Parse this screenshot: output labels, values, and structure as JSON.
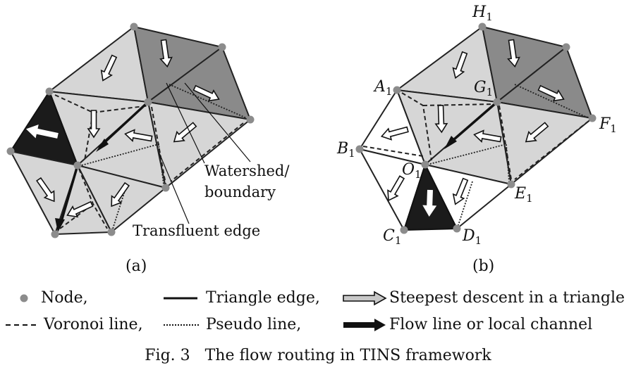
{
  "panel_a": {
    "label": "(a)",
    "callouts": {
      "watershed_line1": "Watershed/",
      "watershed_line2": "boundary",
      "transfluent": "Transfluent edge"
    }
  },
  "panel_b": {
    "label": "(b)",
    "nodes": {
      "H": "H",
      "A": "A",
      "G": "G",
      "B": "B",
      "O": "O",
      "F": "F",
      "E": "E",
      "C": "C",
      "D": "D",
      "subscript": "1"
    }
  },
  "legend": {
    "node": "Node,",
    "triangle_edge": "Triangle edge,",
    "steepest_descent": "Steepest descent in a triangle",
    "voronoi": "Voronoi line,",
    "pseudo": "Pseudo line,",
    "flow_line": "Flow line or local channel"
  },
  "caption": "Fig. 3   The flow routing in TINS framework",
  "colors": {
    "light_triangle": "#d6d6d6",
    "dark_triangle": "#8a8a8a",
    "channel_triangle": "#1b1b1b",
    "node": "#8c8c8c"
  }
}
